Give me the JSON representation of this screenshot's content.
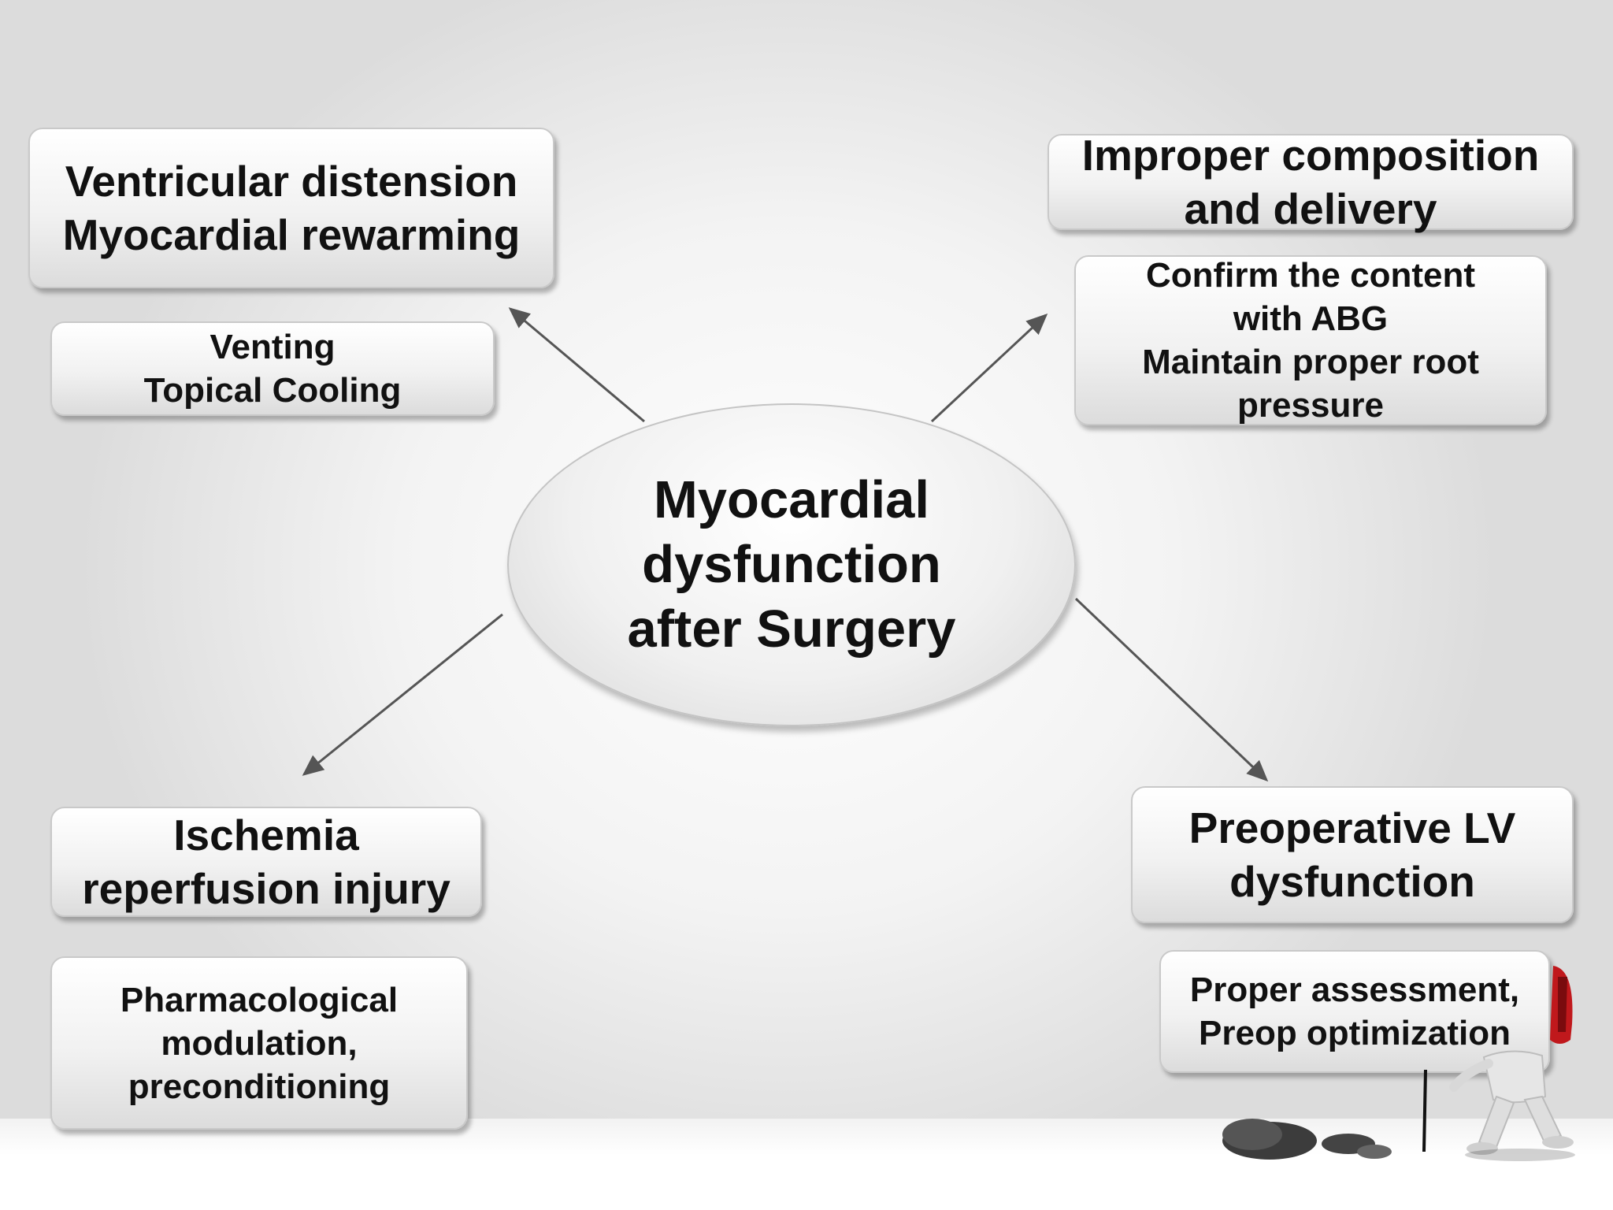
{
  "center": {
    "lines": [
      "Myocardial",
      "dysfunction",
      "after Surgery"
    ]
  },
  "top_left": {
    "cause_lines": [
      "Ventricular distension",
      "Myocardial rewarming"
    ],
    "remedy_lines": [
      "Venting",
      "Topical Cooling"
    ]
  },
  "top_right": {
    "cause_lines": [
      "Improper composition",
      "and delivery"
    ],
    "remedy_lines": [
      "Confirm the content",
      "with ABG",
      "Maintain proper root",
      "pressure"
    ]
  },
  "bottom_left": {
    "cause_lines": [
      "Ischemia",
      "reperfusion injury"
    ],
    "remedy_lines": [
      "Pharmacological",
      "modulation,",
      "preconditioning"
    ]
  },
  "bottom_right": {
    "cause_lines": [
      "Preoperative LV",
      "dysfunction"
    ],
    "remedy_lines": [
      "Proper assessment,",
      "Preop optimization"
    ]
  }
}
